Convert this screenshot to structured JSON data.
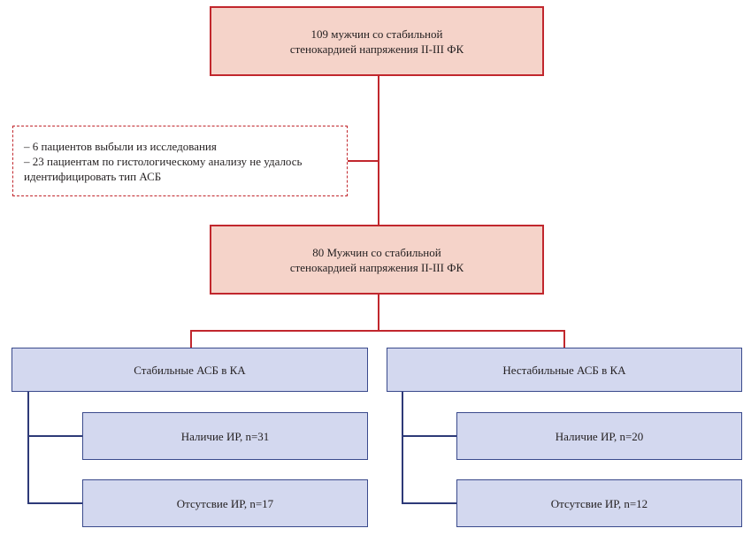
{
  "top_box": {
    "line1": "109 мужчин со стабильной",
    "line2": "стенокардией напряжения II-III ФК"
  },
  "exclusion": {
    "line1": "– 6 пациентов выбыли из исследования",
    "line2": "– 23 пациентам по гистологическому анализу не удалось",
    "line3": "идентифицировать тип АСБ"
  },
  "middle_box": {
    "line1": "80 Мужчин со стабильной",
    "line2": "стенокардией напряжения II-III ФК"
  },
  "left_group": {
    "header": "Стабильные АСБ в КА",
    "item_present": "Наличие ИР, n=31",
    "item_absent": "Отсутсвие ИР, n=17"
  },
  "right_group": {
    "header": "Нестабильные АСБ в КА",
    "item_present": "Наличие ИР, n=20",
    "item_absent": "Отсутсвие ИР, n=12"
  },
  "colors": {
    "pink_fill": "#f5d3c9",
    "red_border": "#c1272d",
    "blue_fill": "#d3d8ef",
    "navy_border": "#3a4a8c"
  }
}
